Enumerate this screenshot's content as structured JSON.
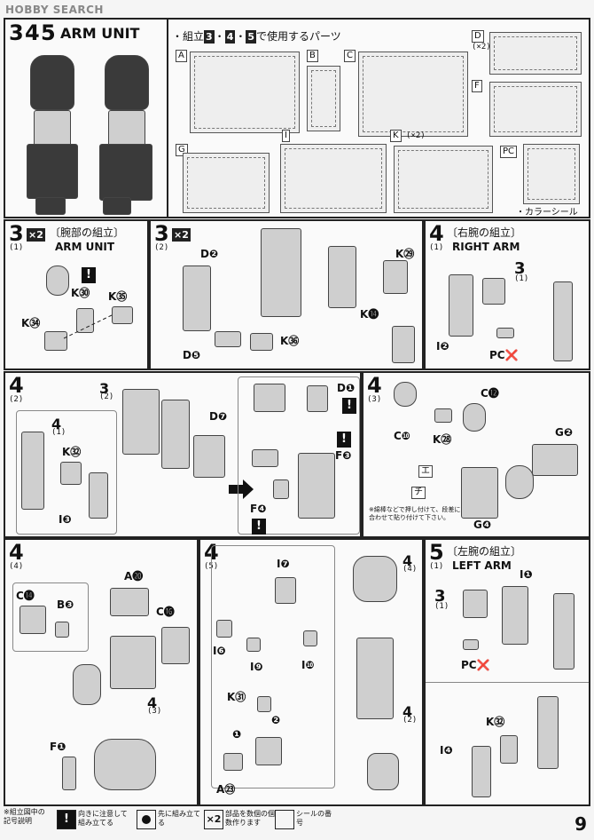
{
  "header": {
    "watermark": "HOBBY SEARCH"
  },
  "section_top": {
    "steps": [
      "3",
      "4",
      "5"
    ],
    "title": "ARM UNIT",
    "parts_note_prefix": "・組立",
    "parts_note_suffix": "で使用するパーツ",
    "sprues": [
      {
        "label": "A",
        "qty": ""
      },
      {
        "label": "B",
        "qty": ""
      },
      {
        "label": "C",
        "qty": ""
      },
      {
        "label": "D",
        "qty": "(×2)"
      },
      {
        "label": "F",
        "qty": ""
      },
      {
        "label": "G",
        "qty": ""
      },
      {
        "label": "I",
        "qty": ""
      },
      {
        "label": "K",
        "qty": "(×2)"
      },
      {
        "label": "PC",
        "qty": ""
      }
    ],
    "color_seal": "・カラーシール"
  },
  "step3_1": {
    "num": "3",
    "sub": "(1)",
    "mult": "×2",
    "jp": "〔腕部の組立〕",
    "en": "ARM UNIT",
    "labels": [
      "K㉚",
      "K㉟",
      "K㉞"
    ]
  },
  "step3_2": {
    "num": "3",
    "sub": "(2)",
    "mult": "×2",
    "labels": [
      "D❷",
      "K㉙",
      "K⓮",
      "K㊱",
      "D❺"
    ]
  },
  "step4_1": {
    "num": "4",
    "sub": "(1)",
    "jp": "〔右腕の組立〕",
    "en": "RIGHT ARM",
    "ref": "3",
    "ref_sub": "(1)",
    "labels": [
      "I❷",
      "PC❌"
    ]
  },
  "step4_2": {
    "num": "4",
    "sub": "(2)",
    "ref1": "4",
    "ref1_sub": "(1)",
    "ref2": "3",
    "ref2_sub": "(2)",
    "labels": [
      "K㉜",
      "I❸",
      "D❼",
      "D❶",
      "F❸",
      "F❹"
    ]
  },
  "step4_3": {
    "num": "4",
    "sub": "(3)",
    "labels": [
      "C⓬",
      "C❿",
      "K㉘",
      "G❷",
      "G❹",
      "エ",
      "チ"
    ],
    "note": "※綿棒などで押し付けて、段差に合わせて貼り付けて下さい。"
  },
  "step4_4": {
    "num": "4",
    "sub": "(4)",
    "ref": "4",
    "ref_sub": "(3)",
    "labels": [
      "C⓮",
      "B❸",
      "A⓴",
      "C⓰",
      "F❶"
    ]
  },
  "step4_5": {
    "num": "4",
    "sub": "(5)",
    "ref1": "4",
    "ref1_sub": "(4)",
    "ref2": "4",
    "ref2_sub": "(2)",
    "labels": [
      "I❼",
      "I❻",
      "I❾",
      "I❿",
      "K㉛",
      "A㉓",
      "❶",
      "❷"
    ]
  },
  "step5_1": {
    "num": "5",
    "sub": "(1)",
    "jp": "〔左腕の組立〕",
    "en": "LEFT ARM",
    "ref": "3",
    "ref_sub": "(1)",
    "labels": [
      "I❶",
      "PC❌",
      "K㉜",
      "I❹"
    ]
  },
  "legend": {
    "title": "※組立図中の記号説明",
    "items": [
      "向きに注意して組み立てる",
      "先に組み立てる",
      "部品を数個の個数作ります",
      "シールの番号"
    ],
    "mult": "×2"
  },
  "page_number": "9"
}
